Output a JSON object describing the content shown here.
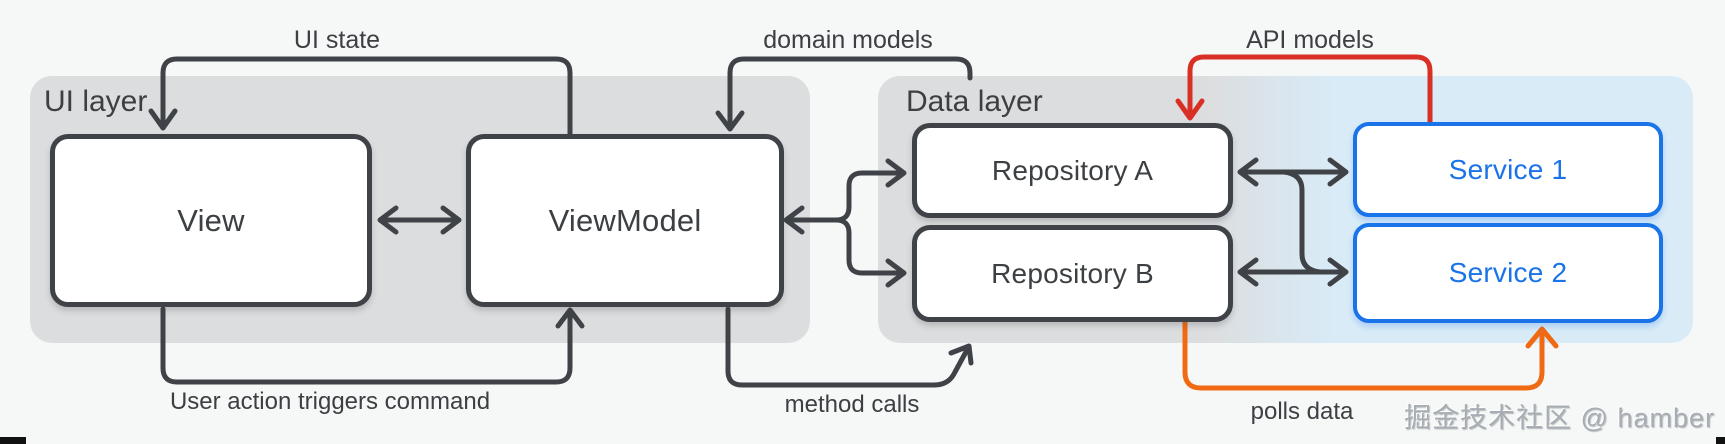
{
  "layers": {
    "ui": {
      "label": "UI layer"
    },
    "data": {
      "label": "Data layer"
    }
  },
  "nodes": {
    "view": {
      "label": "View"
    },
    "viewmodel": {
      "label": "ViewModel"
    },
    "repository_a": {
      "label": "Repository A"
    },
    "repository_b": {
      "label": "Repository B"
    },
    "service_1": {
      "label": "Service 1"
    },
    "service_2": {
      "label": "Service 2"
    }
  },
  "edges": {
    "ui_state": {
      "label": "UI state"
    },
    "domain_models": {
      "label": "domain models"
    },
    "api_models": {
      "label": "API models"
    },
    "user_action": {
      "label": "User action triggers command"
    },
    "method_calls": {
      "label": "method calls"
    },
    "polls_data": {
      "label": "polls data"
    }
  },
  "watermark": {
    "text": "掘金技术社区 @ hamber"
  },
  "colors": {
    "background": "#f6f8f8",
    "panel_gray": "#dcddde",
    "panel_blue": "#d8ebf7",
    "node_border_dark": "#3f4347",
    "node_border_blue": "#1a73e8",
    "text_dark": "#3c4043",
    "service_text_blue": "#1a73e8",
    "arrow_dark": "#3f4347",
    "arrow_red": "#d93025",
    "arrow_orange": "#ef6a13",
    "watermark_gray": "#a7adb2"
  }
}
